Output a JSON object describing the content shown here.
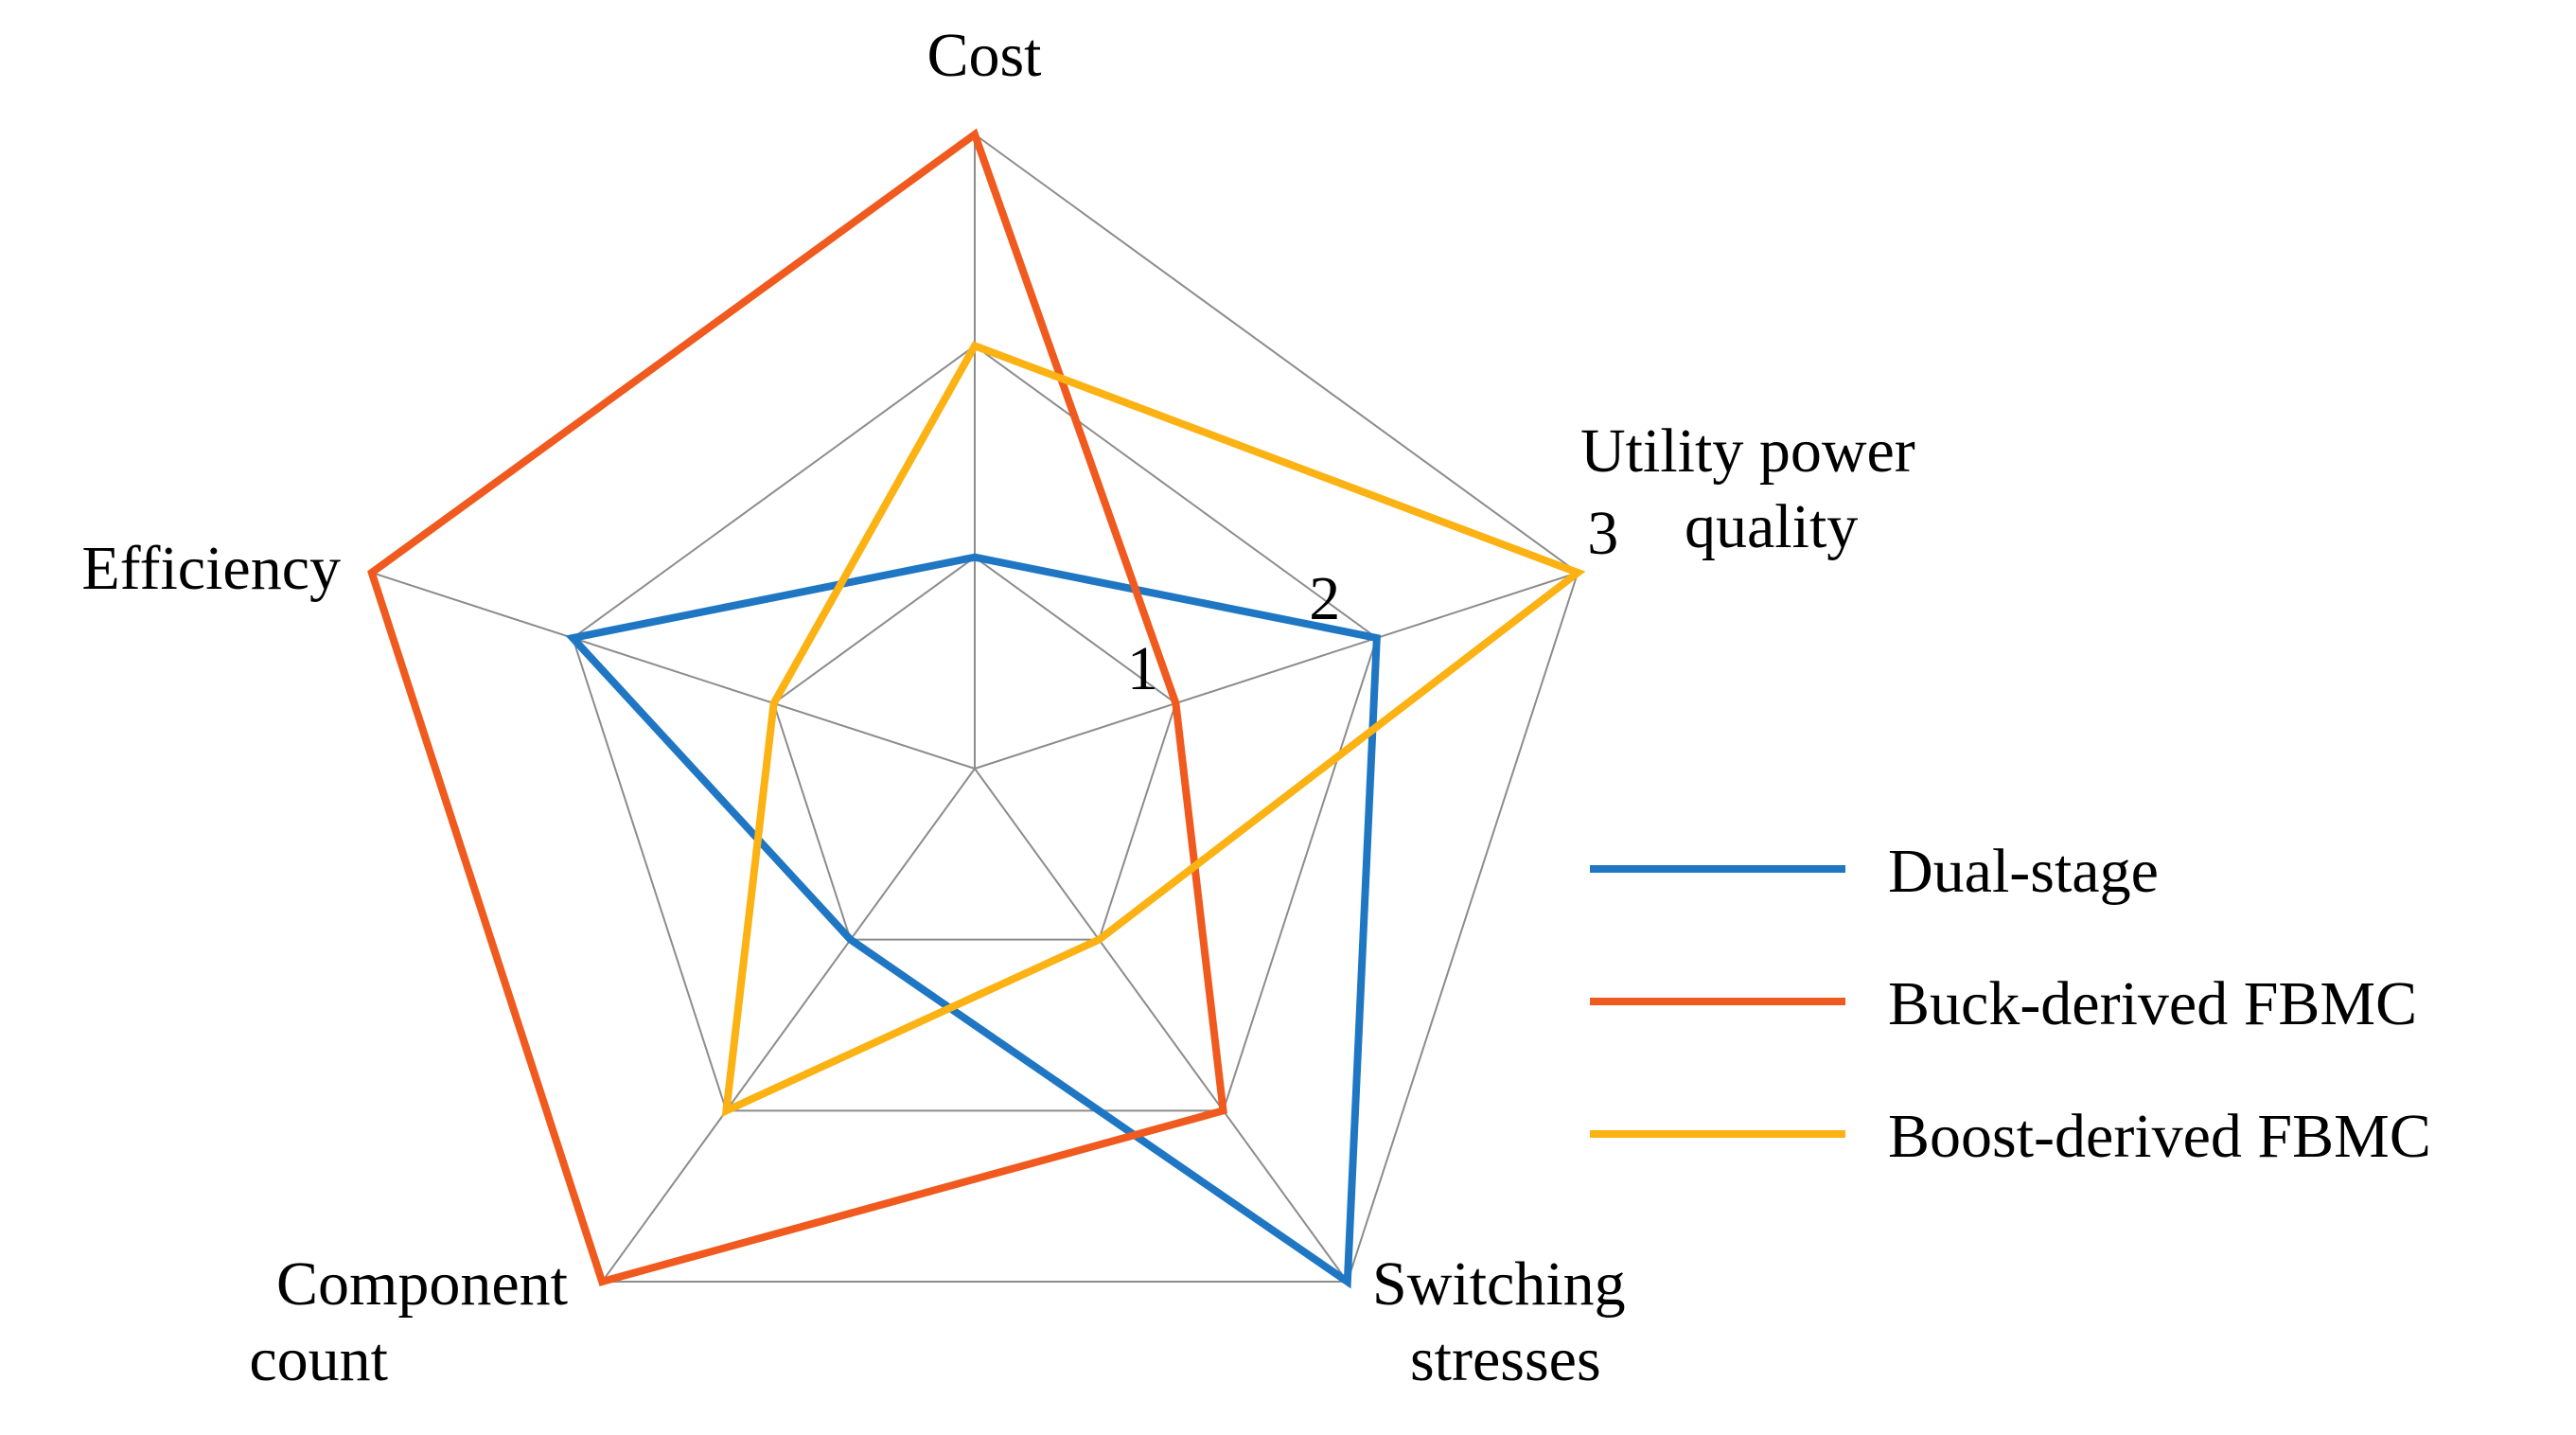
{
  "chart_data": {
    "type": "radar",
    "axes": [
      {
        "key": "cost",
        "lines": [
          "Cost"
        ]
      },
      {
        "key": "utility-power-quality",
        "lines": [
          "Utility power",
          "quality"
        ]
      },
      {
        "key": "switching-stresses",
        "lines": [
          "Switching",
          "stresses"
        ]
      },
      {
        "key": "component-count",
        "lines": [
          "Component",
          "count"
        ]
      },
      {
        "key": "efficiency",
        "lines": [
          "Efficiency"
        ]
      }
    ],
    "range": [
      0,
      3
    ],
    "ticks": [
      {
        "value": 1,
        "label": "1"
      },
      {
        "value": 2,
        "label": "2"
      },
      {
        "value": 3,
        "label": "3"
      }
    ],
    "grid_rings": [
      1,
      2,
      3
    ],
    "grid": true,
    "legend_position": "right",
    "series": [
      {
        "name": "Dual-stage",
        "color": "#1f77c4",
        "values": [
          1,
          2,
          3,
          1,
          2
        ]
      },
      {
        "name": "Buck-derived FBMC",
        "color": "#f05a1e",
        "values": [
          3,
          1,
          2,
          3,
          3
        ]
      },
      {
        "name": "Boost-derived FBMC",
        "color": "#fbb212",
        "values": [
          2,
          3,
          1,
          2,
          1
        ]
      }
    ]
  }
}
